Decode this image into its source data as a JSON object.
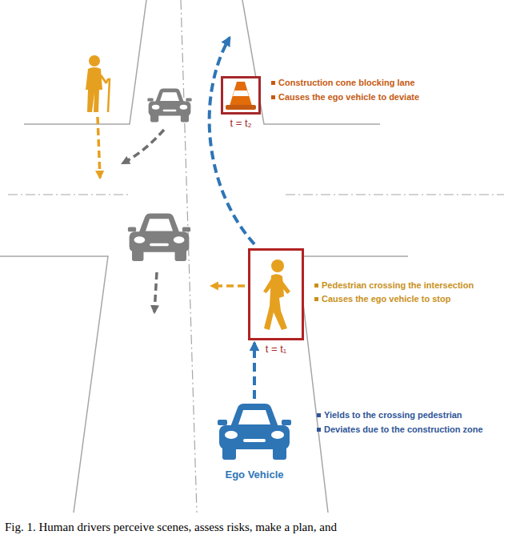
{
  "diagram": {
    "caption": "Fig. 1. Human drivers perceive scenes, assess risks, make a plan, and",
    "nodes": [
      {
        "text": [
          "t = t₂"
        ]
      },
      {
        "text": [
          "t = t₁"
        ]
      },
      {
        "text": [
          "Ego Vehicle"
        ]
      }
    ],
    "edges": [
      {
        "from": 2,
        "to": 1,
        "arrow": "to"
      }
    ],
    "labels": [
      "Construction cone blocking lane",
      "Causes the ego vehicle to deviate",
      "Pedestrian crossing the intersection",
      "Causes the ego vehicle to stop",
      "Yields to the crossing pedestrian",
      "Deviates due to the construction zone"
    ]
  }
}
